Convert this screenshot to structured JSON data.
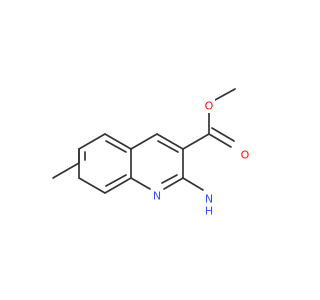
{
  "molecule": {
    "atoms": {
      "o_methoxy": {
        "label": "O",
        "color": "#ff0d0d"
      },
      "o_carbonyl": {
        "label": "O",
        "color": "#ff0d0d"
      },
      "n_ring": {
        "label": "N",
        "color": "#3050f8"
      },
      "n_amino_h": {
        "label": "H",
        "color": "#3050f8"
      },
      "n_amino_n": {
        "label": "N",
        "color": "#3050f8"
      }
    },
    "bond_color": "#333333"
  }
}
